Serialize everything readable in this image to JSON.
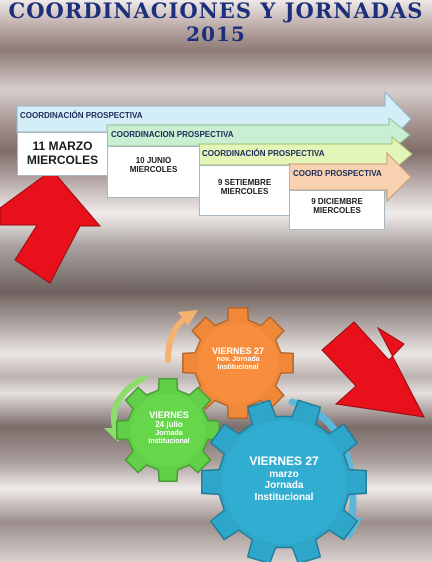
{
  "title": {
    "line1": "COORDINACIONES Y JORNADAS",
    "line2": "2015"
  },
  "timeline": [
    {
      "label": "COORDINACIÓN PROSPECTIVA",
      "date": "11 MARZO",
      "day": "MIERCOLES",
      "color": "#d4eef7"
    },
    {
      "label": "COORDINACION PROSPECTIVA",
      "date": "10 JUNIO",
      "day": "MIERCOLES",
      "color": "#c9efd2"
    },
    {
      "label": "COORDINACIÓN PROSPECTIVA",
      "date": "9 SETIEMBRE",
      "day": "MIERCOLES",
      "color": "#e4f5b8"
    },
    {
      "label": "COORD PROSPECTIVA",
      "date": "9 DICIEMBRE",
      "day": "MIERCOLES",
      "color": "#f8d2b0"
    }
  ],
  "gears": [
    {
      "line1": "VIERNES 27",
      "line2": "nov. Jornada",
      "line3": "Institucional",
      "line4": "",
      "color": "#f0883a"
    },
    {
      "line1": "VIERNES",
      "line2": "24 julio",
      "line3": "Jornada",
      "line4": "Institucional",
      "color": "#62cf48"
    },
    {
      "line1": "VIERNES 27",
      "line2": "marzo",
      "line3": "Jornada",
      "line4": "Institucional",
      "color": "#2ea6c9"
    }
  ],
  "colors": {
    "title": "#1c2f7a",
    "red_arrow": "#e8101a"
  }
}
